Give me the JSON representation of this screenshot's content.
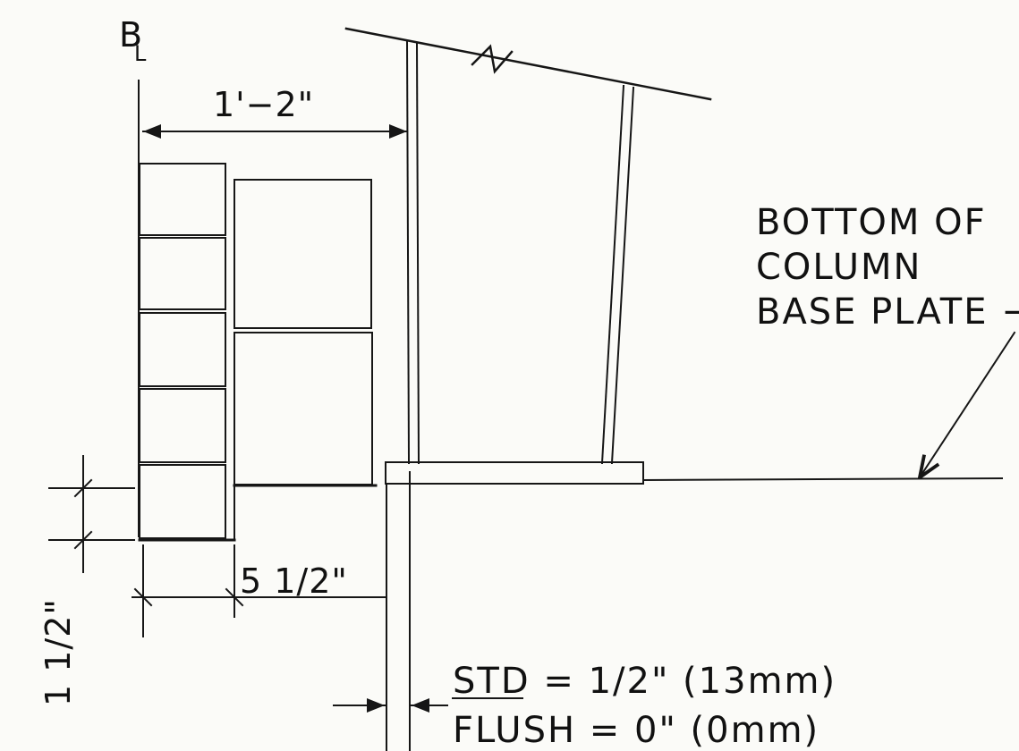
{
  "gridline_label": {
    "letter": "B",
    "subscript": "L"
  },
  "dimensions": {
    "top": "1'−2\"",
    "block_width": "5 1/2\"",
    "course_height": "1 1/2\""
  },
  "callout": {
    "lines": [
      "BOTTOM  OF",
      "COLUMN",
      "BASE  PLATE −"
    ]
  },
  "notes": {
    "std": "STD  =  1/2\"  (13mm)",
    "flush": "FLUSH  =  0\"  (0mm)"
  },
  "break_symbol": "break-mark"
}
